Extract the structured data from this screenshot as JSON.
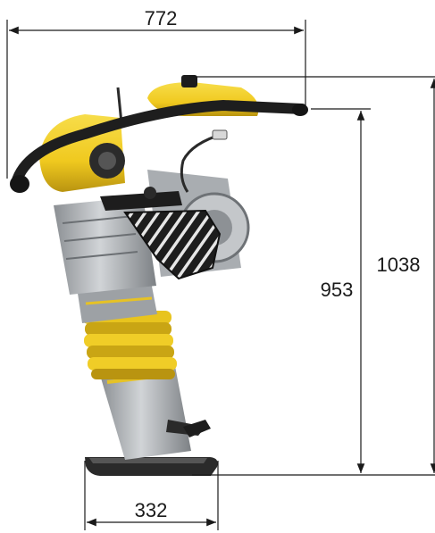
{
  "dimensions": {
    "overall_length": "772",
    "handle_height": "953",
    "overall_height": "1038",
    "foot_length": "332"
  },
  "colors": {
    "yellow": "#f2cf2a",
    "yellow_dark": "#c9a514",
    "metal": "#b9bcbf",
    "metal_dark": "#7c8084",
    "black": "#1d1d1d",
    "line": "#1a1a1a"
  }
}
